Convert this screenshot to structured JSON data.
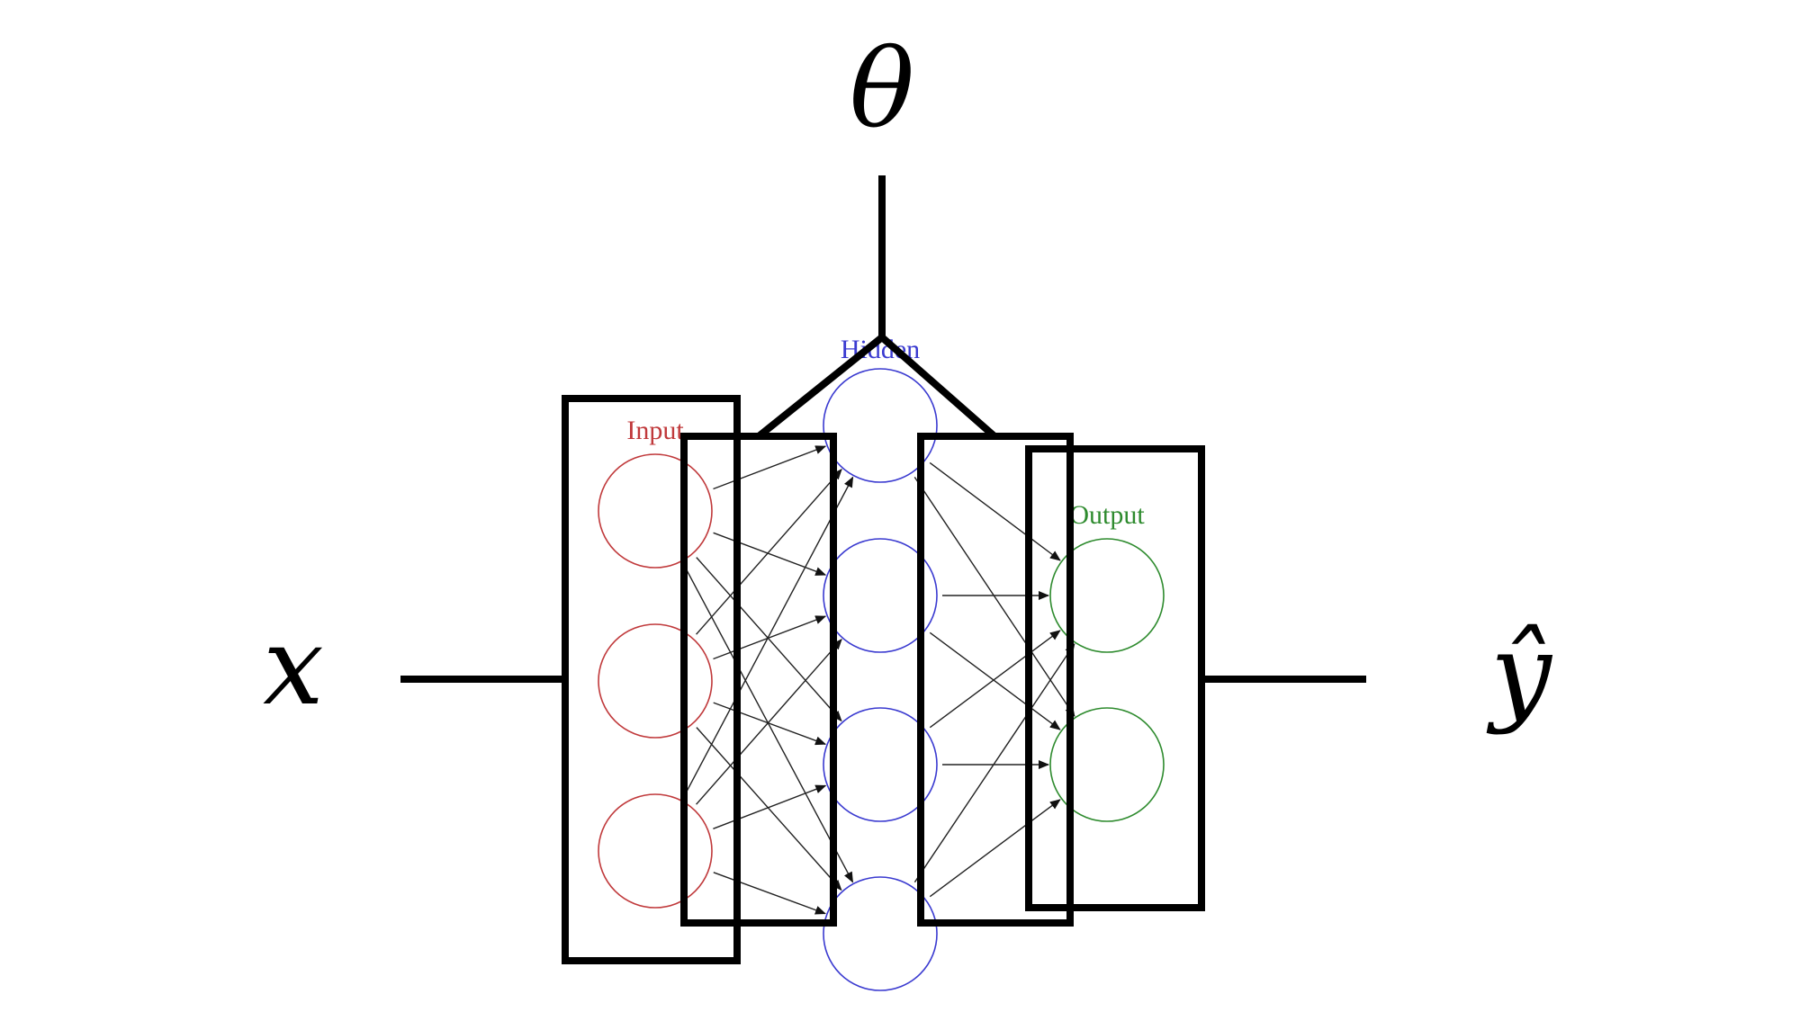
{
  "labels": {
    "input_variable": "x",
    "parameters": "θ",
    "output_variable": "ŷ",
    "input_layer": "Input",
    "hidden_layer": "Hidden",
    "output_layer": "Output"
  },
  "network": {
    "input_nodes": 3,
    "hidden_nodes": 4,
    "output_nodes": 2
  },
  "colors": {
    "input": "#c0393b",
    "hidden": "#3a3ad0",
    "output": "#2e8b2e",
    "lines": "#000000"
  }
}
